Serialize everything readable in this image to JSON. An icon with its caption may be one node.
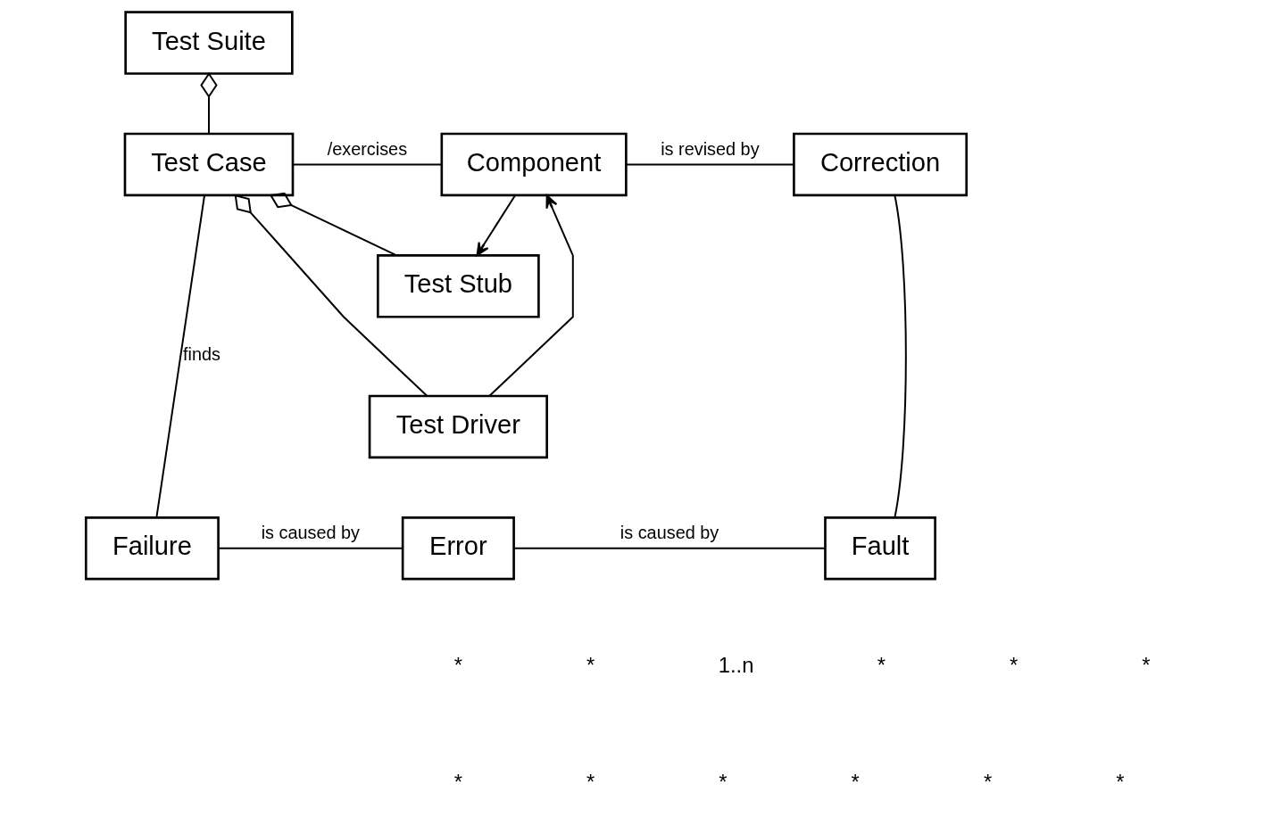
{
  "diagram": {
    "nodes": [
      {
        "text": [
          "Test Suite"
        ]
      },
      {
        "text": [
          "Test Case"
        ]
      },
      {
        "text": [
          "Component"
        ]
      },
      {
        "text": [
          "Correction"
        ]
      },
      {
        "text": [
          "Test Stub"
        ]
      },
      {
        "text": [
          "Test Driver"
        ]
      },
      {
        "text": [
          "Failure"
        ]
      },
      {
        "text": [
          "Error"
        ]
      },
      {
        "text": [
          "Fault"
        ]
      }
    ],
    "edges": [
      {
        "from": 0,
        "to": 1,
        "arrow": "other"
      },
      {
        "from": 1,
        "to": 2,
        "arrow": "none",
        "label": "/exercises"
      },
      {
        "from": 2,
        "to": 3,
        "arrow": "none",
        "label": "is revised by"
      },
      {
        "from": 2,
        "to": 4,
        "arrow": "to"
      },
      {
        "from": 1,
        "to": 4,
        "arrow": "other"
      },
      {
        "from": 1,
        "to": 5,
        "arrow": "other"
      },
      {
        "from": 5,
        "to": 2,
        "arrow": "to"
      },
      {
        "from": 1,
        "to": 6,
        "arrow": "none",
        "label": "finds"
      },
      {
        "from": 3,
        "to": 8,
        "arrow": "none"
      },
      {
        "from": 6,
        "to": 7,
        "arrow": "none",
        "label": "is caused by"
      },
      {
        "from": 7,
        "to": 8,
        "arrow": "none",
        "label": "is caused by"
      }
    ],
    "labels": [
      "*",
      "*",
      "1..n",
      "*",
      "*",
      "*",
      "*",
      "*",
      "*",
      "*",
      "*",
      "*"
    ]
  }
}
